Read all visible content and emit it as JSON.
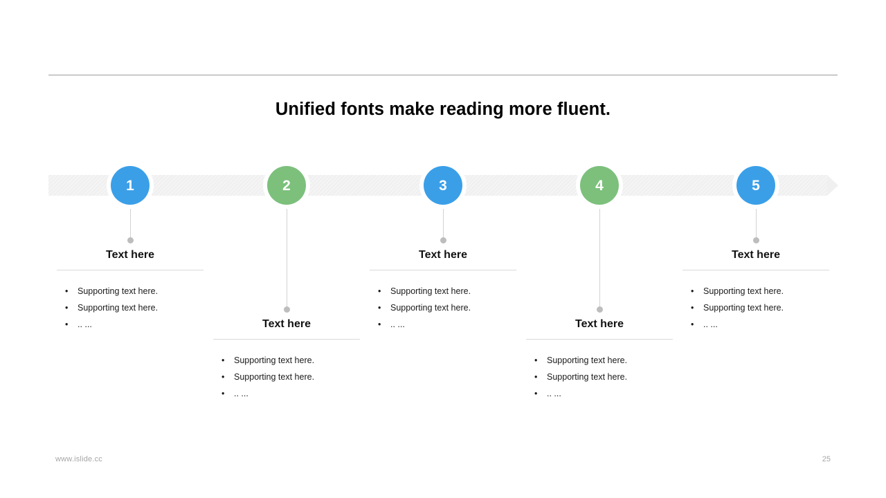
{
  "slide": {
    "title": "Unified fonts make reading more fluent.",
    "page_number": "25",
    "brand": "www.islide.cc",
    "colors": {
      "blue": "#3b9fe8",
      "green": "#7cc07c",
      "bar": "#f0f0f0",
      "rule": "#9a9a9a",
      "connector": "#d2d2d2",
      "dot": "#bdbdbd",
      "footer_text": "#a6a6a6"
    }
  },
  "timeline": {
    "milestones": [
      {
        "number": "1",
        "color": "#3b9fe8",
        "position": "above",
        "title": "Text here",
        "bullets": [
          "Supporting  text here.",
          "Supporting  text here.",
          ".. ..."
        ]
      },
      {
        "number": "2",
        "color": "#7cc07c",
        "position": "below",
        "title": "Text here",
        "bullets": [
          "Supporting  text here.",
          "Supporting  text here.",
          ".. ..."
        ]
      },
      {
        "number": "3",
        "color": "#3b9fe8",
        "position": "above",
        "title": "Text here",
        "bullets": [
          "Supporting  text here.",
          "Supporting  text here.",
          ".. ..."
        ]
      },
      {
        "number": "4",
        "color": "#7cc07c",
        "position": "below",
        "title": "Text here",
        "bullets": [
          "Supporting  text here.",
          "Supporting  text here.",
          ".. ..."
        ]
      },
      {
        "number": "5",
        "color": "#3b9fe8",
        "position": "above",
        "title": "Text here",
        "bullets": [
          "Supporting  text here.",
          "Supporting  text here.",
          ".. ..."
        ]
      }
    ],
    "bullet_glyph": "•"
  }
}
